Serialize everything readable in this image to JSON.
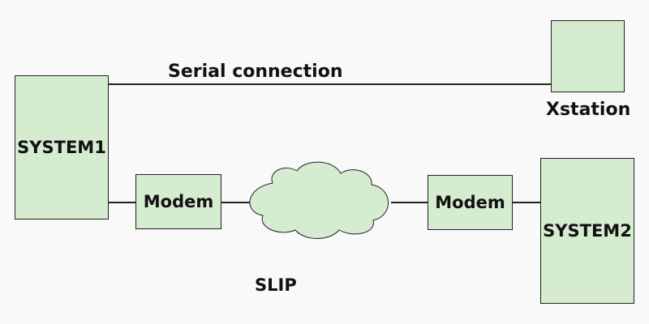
{
  "diagram": {
    "labels": {
      "serial_connection": "Serial connection",
      "xstation": "Xstation",
      "slip": "SLIP"
    },
    "nodes": {
      "system1": "SYSTEM1",
      "system2": "SYSTEM2",
      "modem_left": "Modem",
      "modem_right": "Modem",
      "xstation_box": ""
    },
    "colors": {
      "node_fill": "#d5ecd0",
      "cloud_fill": "#d5ecd0",
      "line": "#222222",
      "background": "#f9f9f9"
    },
    "icons": {
      "network": "cloud-icon"
    }
  }
}
